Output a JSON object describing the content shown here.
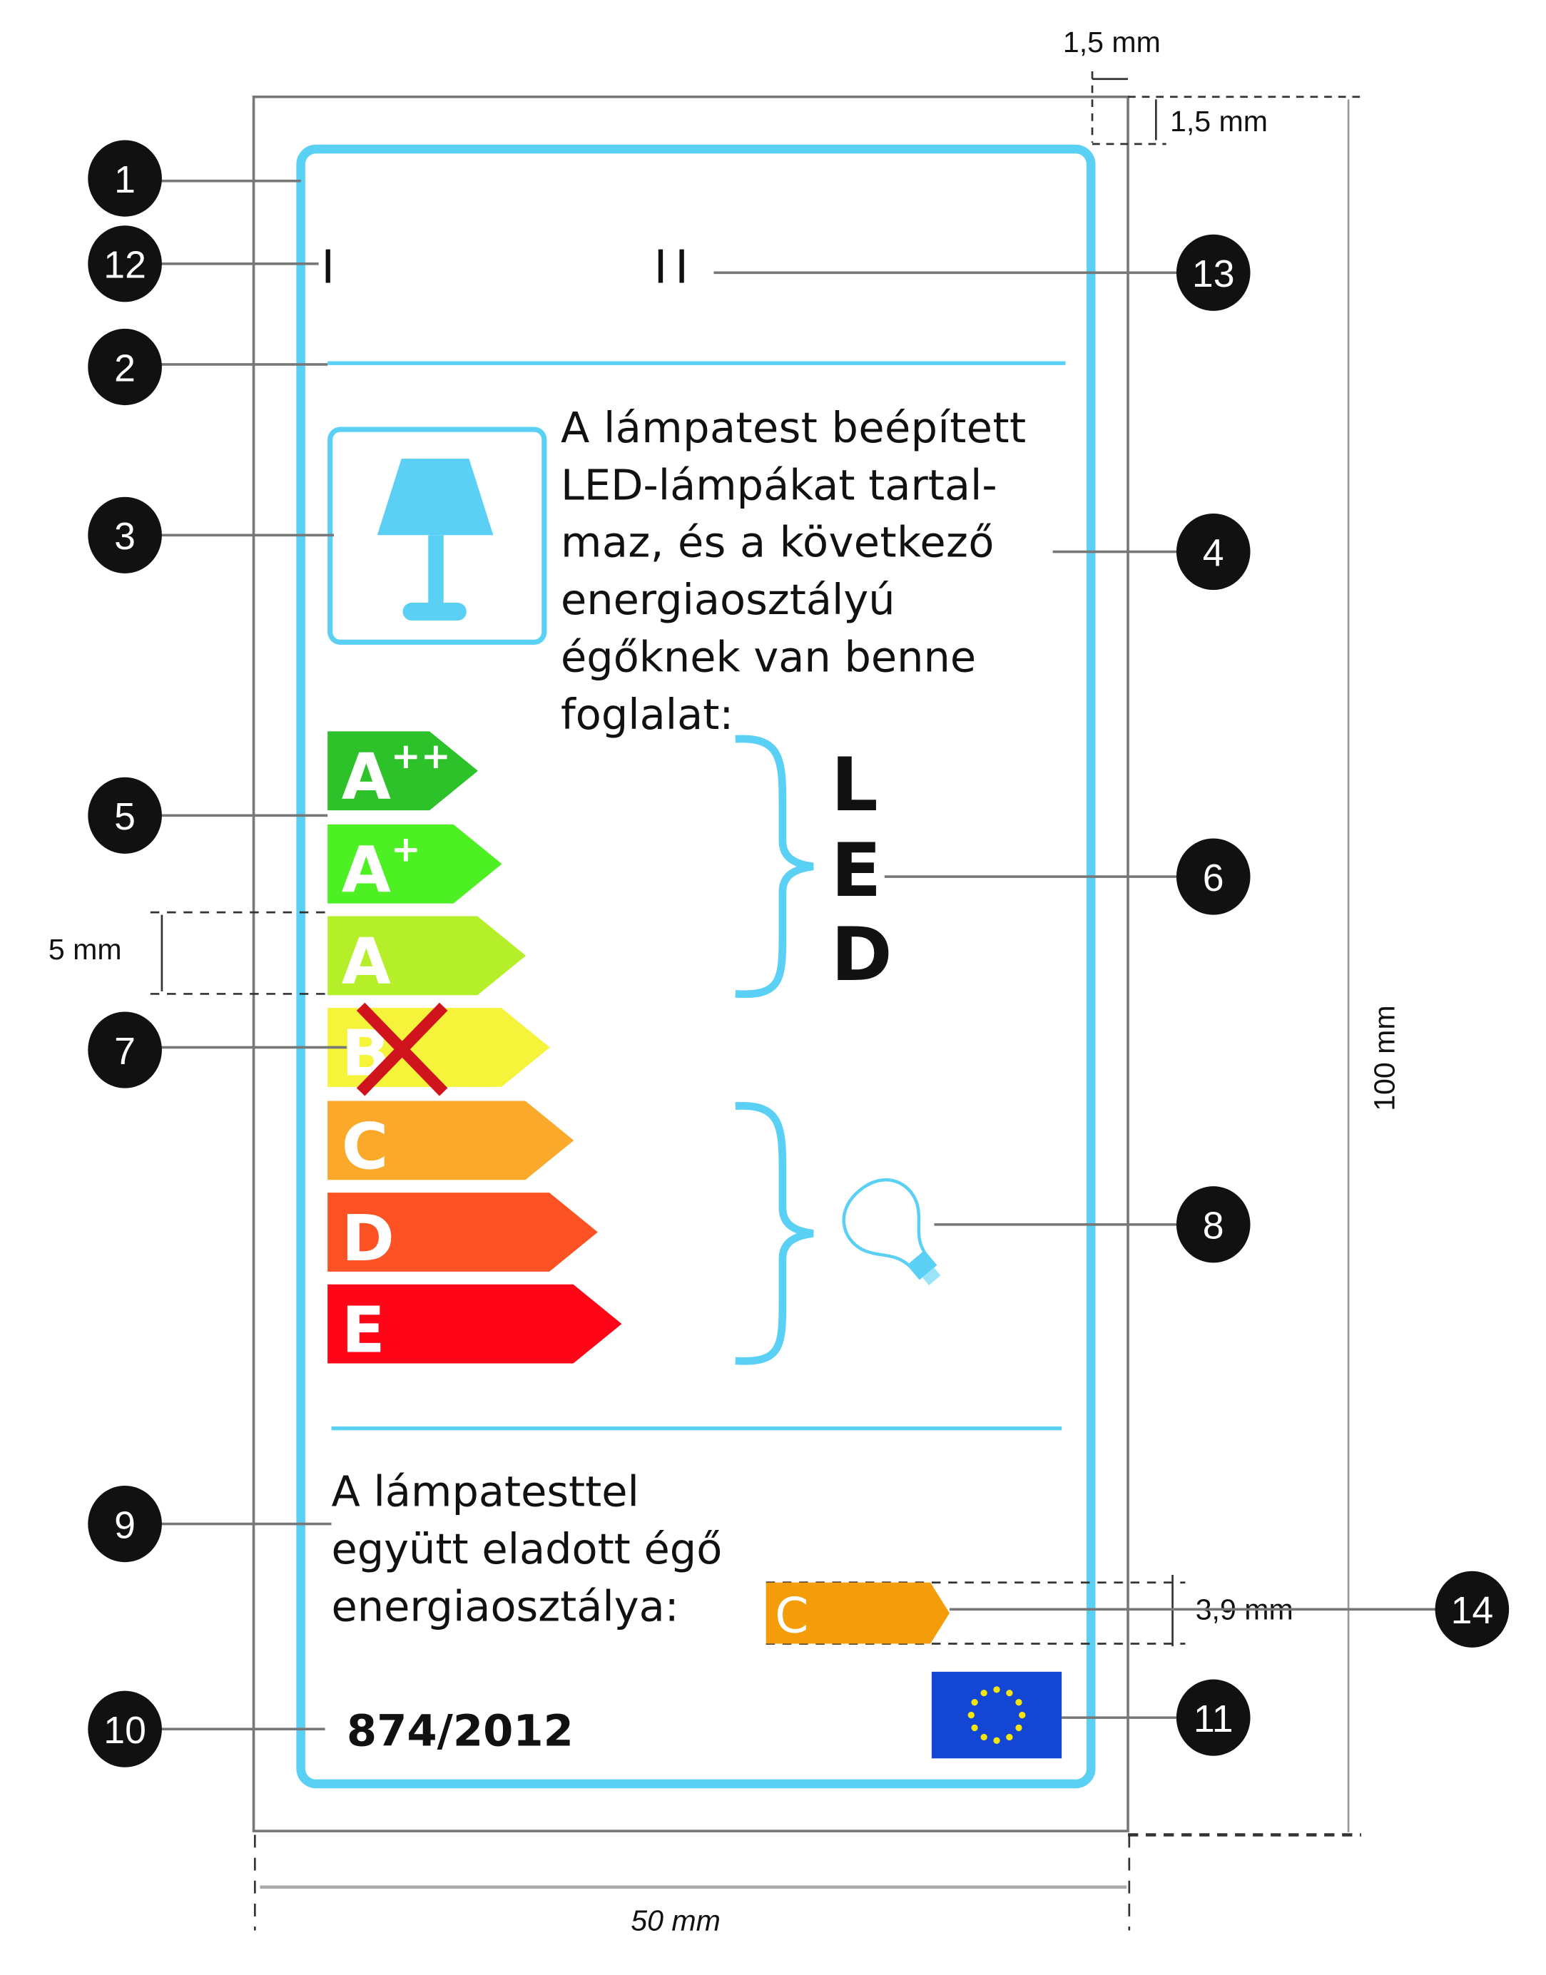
{
  "colors": {
    "label_border": "#5bd0f5",
    "a_plus_plus": "#2dc22a",
    "a_plus": "#4cf023",
    "a": "#b5ef2a",
    "b": "#f5f33a",
    "c": "#fba92a",
    "d": "#fd5223",
    "e": "#fe0517",
    "lamp_class": "#f59c0a",
    "eu_blue": "#1446d6",
    "eu_star": "#f5e50a",
    "cross": "#d0141e"
  },
  "label": {
    "header_roman_1": "I",
    "header_roman_2": "II",
    "description_lines": [
      "A lámpatest beépített",
      "LED-lámpákat tartal-",
      "maz, és a következő",
      "energiaosztályú",
      "égőknek van benne",
      "foglalat:"
    ],
    "energy_classes": [
      {
        "main": "A",
        "sup": "++"
      },
      {
        "main": "A",
        "sup": "+"
      },
      {
        "main": "A",
        "sup": ""
      },
      {
        "main": "B",
        "sup": ""
      },
      {
        "main": "C",
        "sup": ""
      },
      {
        "main": "D",
        "sup": ""
      },
      {
        "main": "E",
        "sup": ""
      }
    ],
    "led_letters": [
      "L",
      "E",
      "D"
    ],
    "sold_lamp_lines": [
      "A lámpatesttel",
      "együtt eladott égő",
      "energiaosztálya:"
    ],
    "sold_lamp_class": "C",
    "regulation": "874/2012"
  },
  "callouts": [
    "1",
    "12",
    "2",
    "3",
    "5",
    "7",
    "9",
    "10",
    "13",
    "4",
    "6",
    "8",
    "11",
    "14"
  ],
  "dimensions": {
    "margin_horizontal": "1,5  mm",
    "margin_vertical": "1,5  mm",
    "bar_height": "5  mm",
    "total_height": "100  mm",
    "lamp_class_height": "3,9  mm",
    "total_width": "50  mm"
  }
}
